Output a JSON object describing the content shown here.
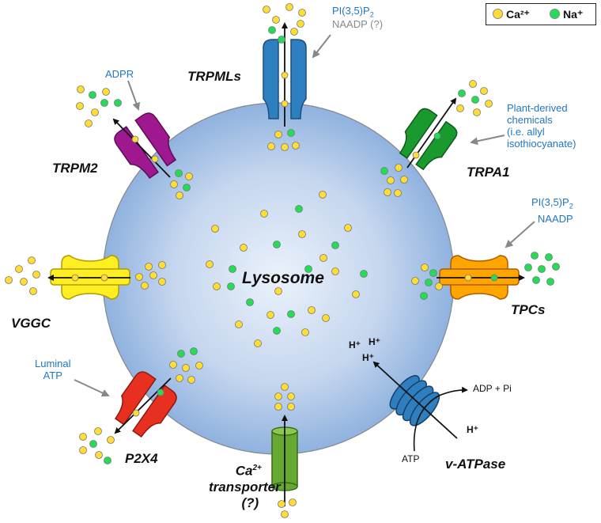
{
  "legend": {
    "ca_label": "Ca²⁺",
    "na_label": "Na⁺"
  },
  "colors": {
    "ca": "#ffdd33",
    "na": "#22dd55",
    "lysosome_center": "#e7effa",
    "lysosome_edge": "#8fb2df",
    "label_blue": "#1f77c0",
    "label_grey": "#888888",
    "trpml": "#2e7fc0",
    "trpa1": "#1a9a2e",
    "tpc": "#ffa500",
    "vatpase": "#2f7fc0",
    "trpm2": "#a0188f",
    "vggc": "#ffee22",
    "p2x4": "#e83020",
    "transporter": "#66a830"
  },
  "center_label": "Lysosome",
  "channels": {
    "trpmls": "TRPMLs",
    "trpa1": "TRPA1",
    "trpm2": "TRPM2",
    "tpcs": "TPCs",
    "vggc": "VGGC",
    "p2x4": "P2X4",
    "vatpase": "v-ATPase",
    "ca_transporter_1": "Ca",
    "ca_transporter_sup": "2+",
    "ca_transporter_2": "transporter",
    "ca_transporter_3": "(?)"
  },
  "ligands": {
    "trpml_1": "PI(3,5)P",
    "trpml_1_sub": "2",
    "trpml_2": "NAADP  (?)",
    "adpr": "ADPR",
    "plant_1": "Plant-derived",
    "plant_2": "chemicals",
    "plant_3": "(i.e. allyl",
    "plant_4": "isothiocyanate)",
    "tpc_1": "PI(3,5)P",
    "tpc_1_sub": "2",
    "tpc_2": "NAADP",
    "luminal_1": "Luminal",
    "luminal_2": "ATP"
  },
  "vatpase_labels": {
    "h1": "H⁺",
    "h2": "H⁺",
    "h3": "H⁺",
    "h_in": "H⁺",
    "atp": "ATP",
    "adp_pi": "ADP + Pi"
  }
}
